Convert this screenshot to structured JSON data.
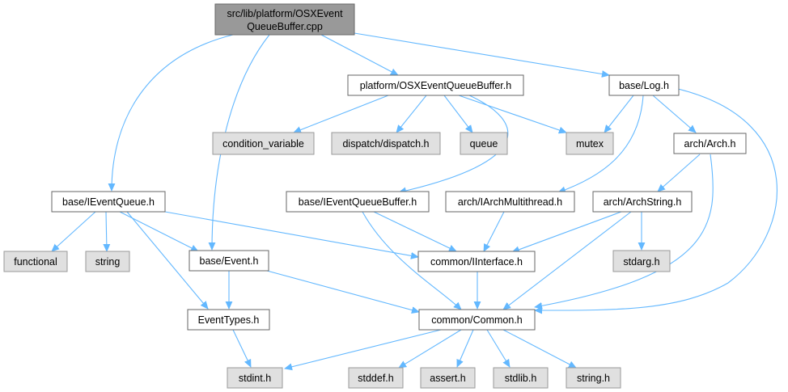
{
  "nodes": {
    "root_line1": "src/lib/platform/OSXEvent",
    "root_line2": "QueueBuffer.cpp",
    "osx_h": "platform/OSXEventQueueBuffer.h",
    "log_h": "base/Log.h",
    "condition_variable": "condition_variable",
    "dispatch_h": "dispatch/dispatch.h",
    "queue": "queue",
    "mutex": "mutex",
    "arch_h": "arch/Arch.h",
    "ieventqueue_h": "base/IEventQueue.h",
    "ieventqueuebuffer_h": "base/IEventQueueBuffer.h",
    "iarchmultithread_h": "arch/IArchMultithread.h",
    "archstring_h": "arch/ArchString.h",
    "functional": "functional",
    "string": "string",
    "event_h": "base/Event.h",
    "iinterface_h": "common/IInterface.h",
    "stdarg_h": "stdarg.h",
    "eventtypes_h": "EventTypes.h",
    "common_h": "common/Common.h",
    "stdint_h": "stdint.h",
    "stddef_h": "stddef.h",
    "assert_h": "assert.h",
    "stdlib_h": "stdlib.h",
    "string_h": "string.h"
  },
  "colors": {
    "edge": "#63b8ff",
    "root_fill": "#999999",
    "system_fill": "#e0e0e0"
  }
}
